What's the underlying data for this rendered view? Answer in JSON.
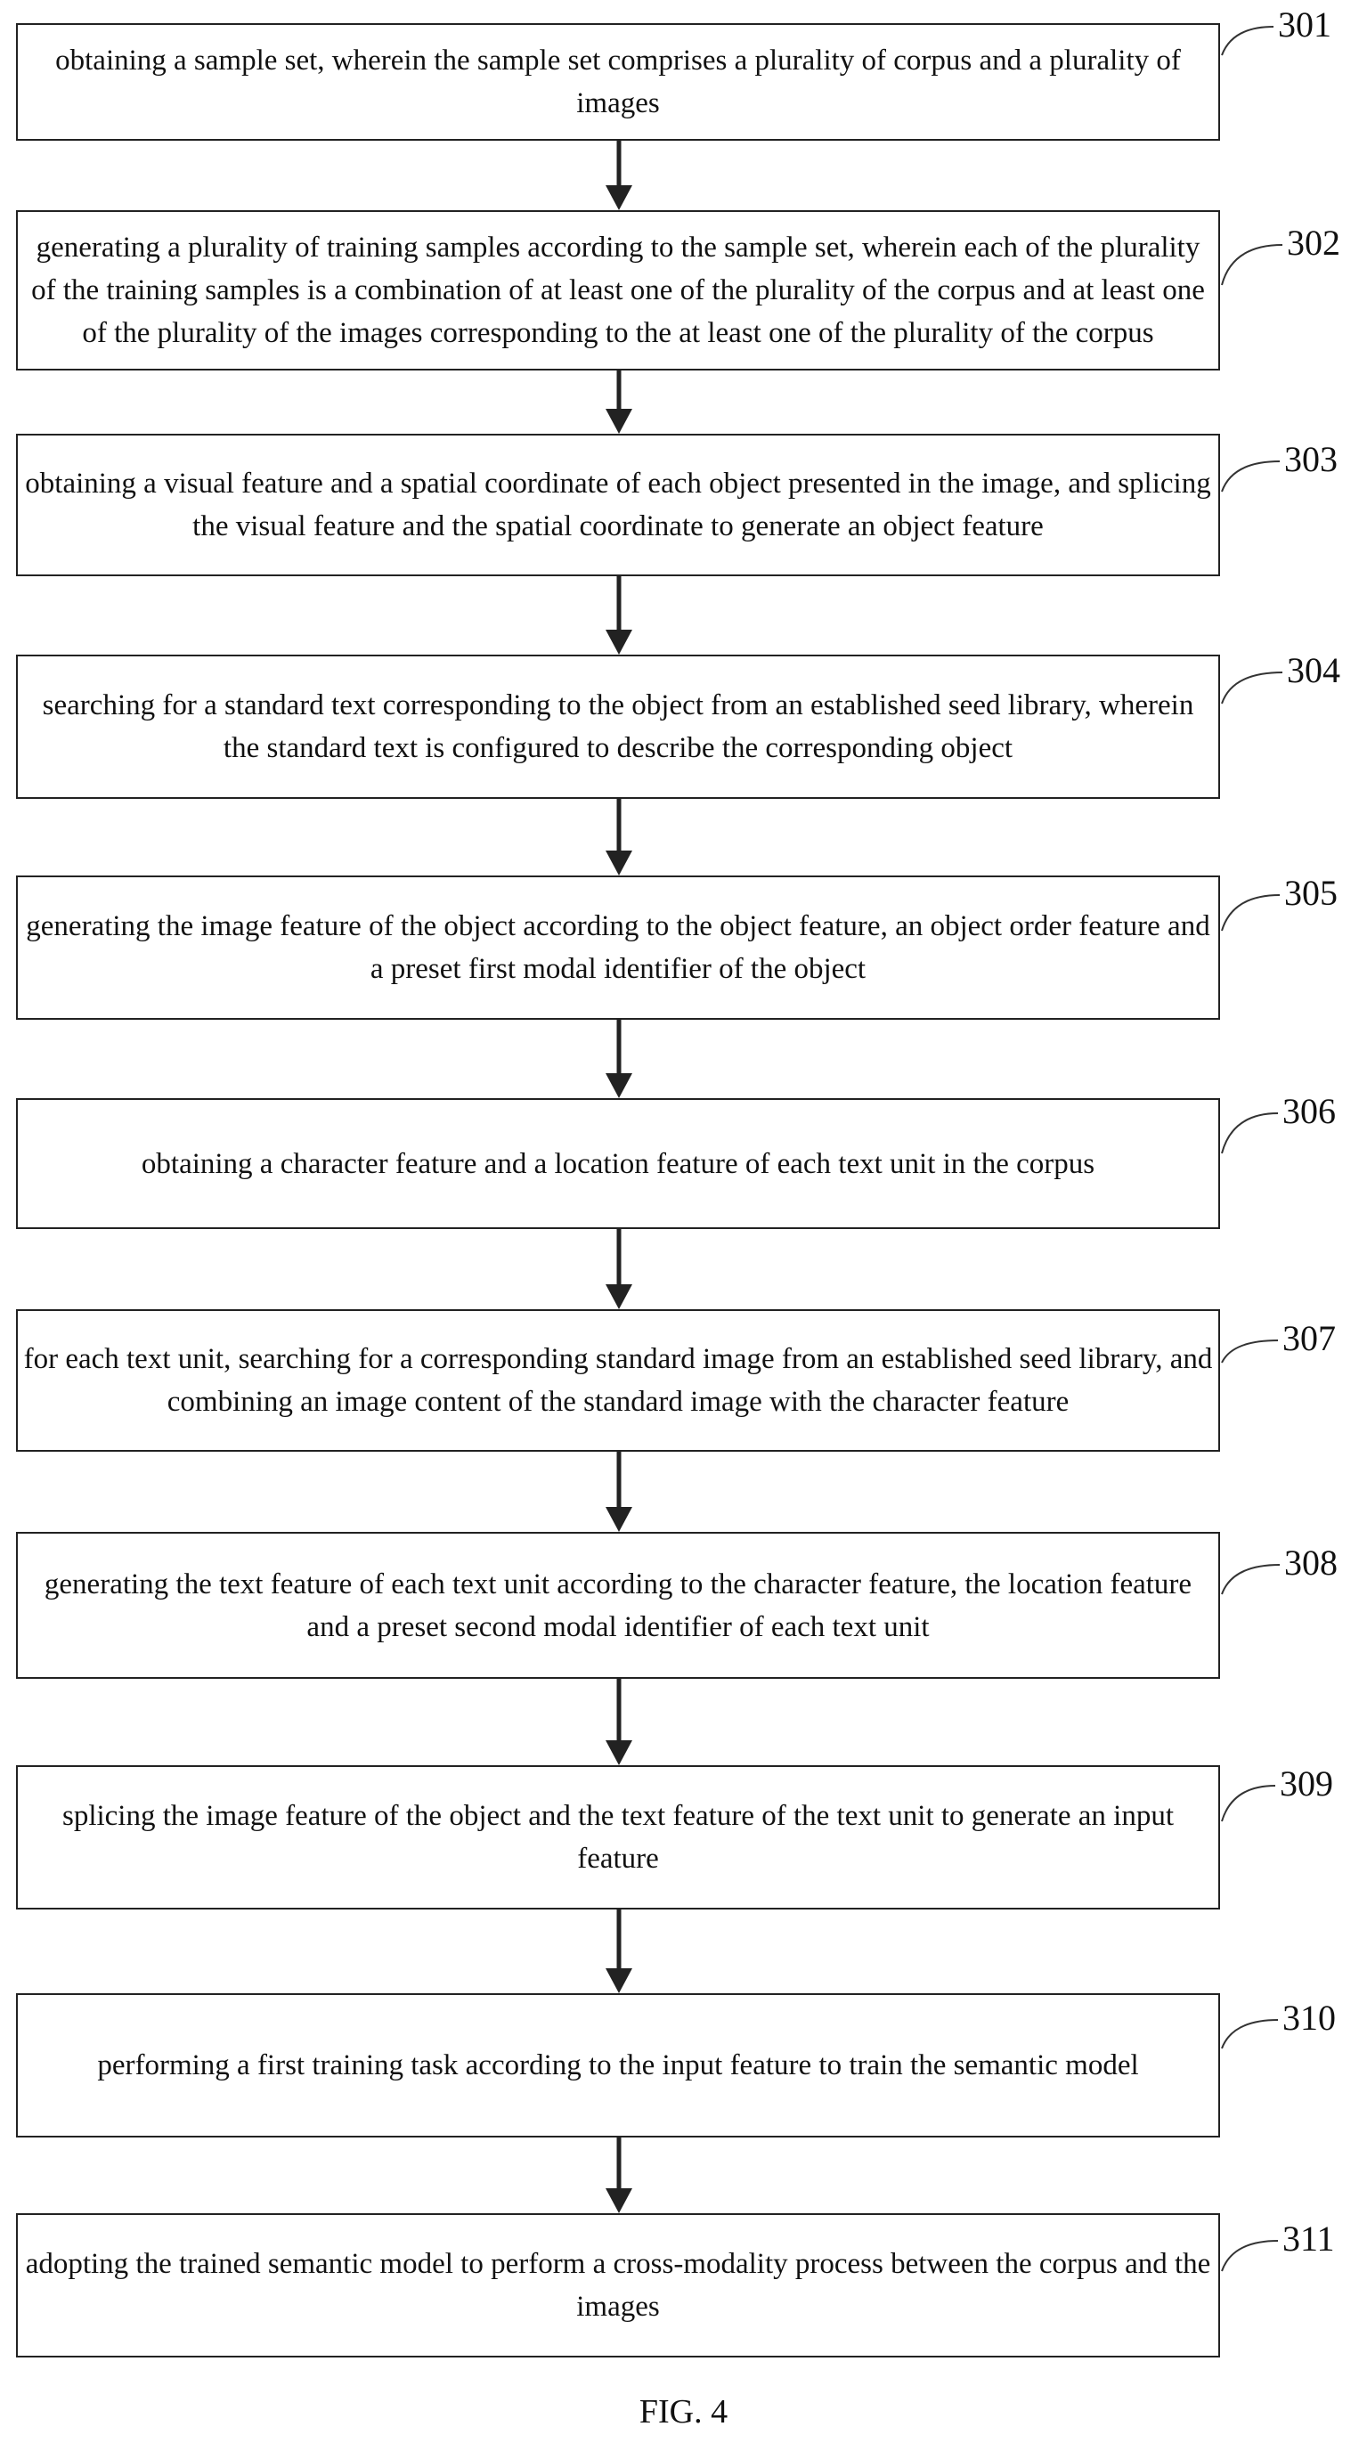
{
  "steps": [
    {
      "id": "301",
      "text": "obtaining a sample set, wherein the sample set comprises a plurality of corpus and a plurality of images"
    },
    {
      "id": "302",
      "text": "generating a plurality of training samples according to the sample set, wherein each of the plurality of the training samples is a combination of at least one of the plurality of the corpus and at least one of the plurality of the images corresponding to the at least one of the plurality of the corpus"
    },
    {
      "id": "303",
      "text": "obtaining a visual feature and a spatial coordinate of each object presented in the image, and splicing the visual feature and the spatial coordinate to generate an object feature"
    },
    {
      "id": "304",
      "text": "searching for a standard text corresponding to the object from an established seed library, wherein the standard text is configured to describe the corresponding object"
    },
    {
      "id": "305",
      "text": "generating the image feature of the object according to the object feature, an object order feature and a preset first modal identifier of the object"
    },
    {
      "id": "306",
      "text": "obtaining a character feature and a location feature of each text unit in the corpus"
    },
    {
      "id": "307",
      "text": "for each text unit, searching for a corresponding standard image from an established seed library, and combining an image content of the standard image with the character feature"
    },
    {
      "id": "308",
      "text": "generating the text feature of each text unit according to the character feature, the location feature and a preset second modal identifier of each text unit"
    },
    {
      "id": "309",
      "text": "splicing the image feature of the object and the text feature of the text unit to generate an input feature"
    },
    {
      "id": "310",
      "text": "performing a first training task according to the input feature to train the semantic model"
    },
    {
      "id": "311",
      "text": "adopting the trained semantic model to perform a cross-modality process between the corpus and the images"
    }
  ],
  "caption": "FIG. 4"
}
